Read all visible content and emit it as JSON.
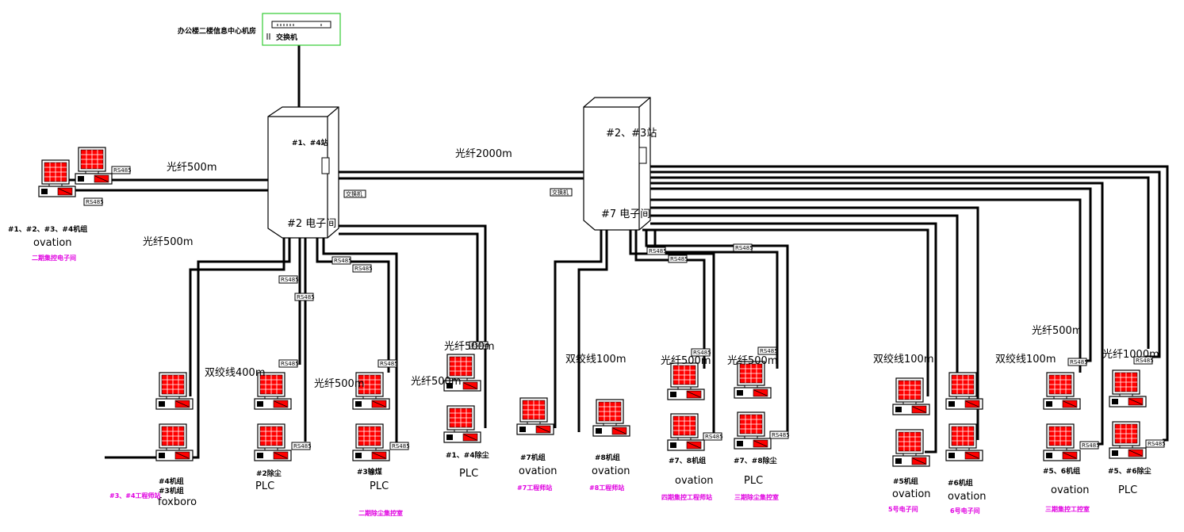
{
  "colors": {
    "line": "#000000",
    "screen": "#ff0000",
    "switch_border": "#33cc33",
    "site_label": "#e000e0",
    "background": "#ffffff"
  },
  "center": {
    "title": "办公楼二楼信息中心机房",
    "switch_label": "交换机"
  },
  "cabinets": {
    "left": {
      "top_label": "#1、#4站",
      "bottom_label": "#2 电子间",
      "icon": "network-cabinet"
    },
    "right": {
      "top_label": "#2、#3站",
      "bottom_label": "#7 电子间",
      "icon": "network-cabinet"
    }
  },
  "links": {
    "fiber_2000": "光纤2000m",
    "fiber_500_top": "光纤500m",
    "fiber_500_left": "光纤500m",
    "twisted_400": "双绞线400m",
    "fiber_500_mid": "光纤500m",
    "fiber_500_plc": "光纤500m",
    "fiber_500_plc2": "光纤500m",
    "twisted_100_a": "双绞线100m",
    "fiber_500_78a": "光纤500m",
    "fiber_500_78b": "光纤500m",
    "twisted_100_b": "双绞线100m",
    "twisted_100_c": "双绞线100m",
    "fiber_500_right": "光纤500m",
    "fiber_1000": "光纤1000m"
  },
  "tags": {
    "rs485": "RS485",
    "switch_small": "交换机"
  },
  "stations": [
    {
      "lines": [
        "#1、#2、#3、#4机组",
        "ovation"
      ],
      "site": "二期集控电子间"
    },
    {
      "lines": [
        "#4机组",
        "#3机组",
        "foxboro"
      ],
      "site": "#3、#4工程师站"
    },
    {
      "lines": [
        "#2除尘",
        "PLC"
      ],
      "site": ""
    },
    {
      "lines": [
        "#3输煤",
        "PLC"
      ],
      "site": "二期除尘集控室"
    },
    {
      "lines": [
        "#1、#4除尘",
        "PLC"
      ],
      "site": ""
    },
    {
      "lines": [
        "#7机组",
        "ovation"
      ],
      "site": "#7工程师站"
    },
    {
      "lines": [
        "#8机组",
        "ovation"
      ],
      "site": "#8工程师站"
    },
    {
      "lines": [
        "#7、8机组",
        "ovation"
      ],
      "site": "四期集控工程师站"
    },
    {
      "lines": [
        "#7、#8除尘",
        "PLC"
      ],
      "site": "三期除尘集控室"
    },
    {
      "lines": [
        "#5机组",
        "ovation"
      ],
      "site": "5号电子间"
    },
    {
      "lines": [
        "#6机组",
        "ovation"
      ],
      "site": "6号电子间"
    },
    {
      "lines": [
        "#5、6机组",
        "ovation"
      ],
      "site": "三期集控工控室"
    },
    {
      "lines": [
        "#5、#6除尘",
        "PLC"
      ],
      "site": ""
    }
  ]
}
